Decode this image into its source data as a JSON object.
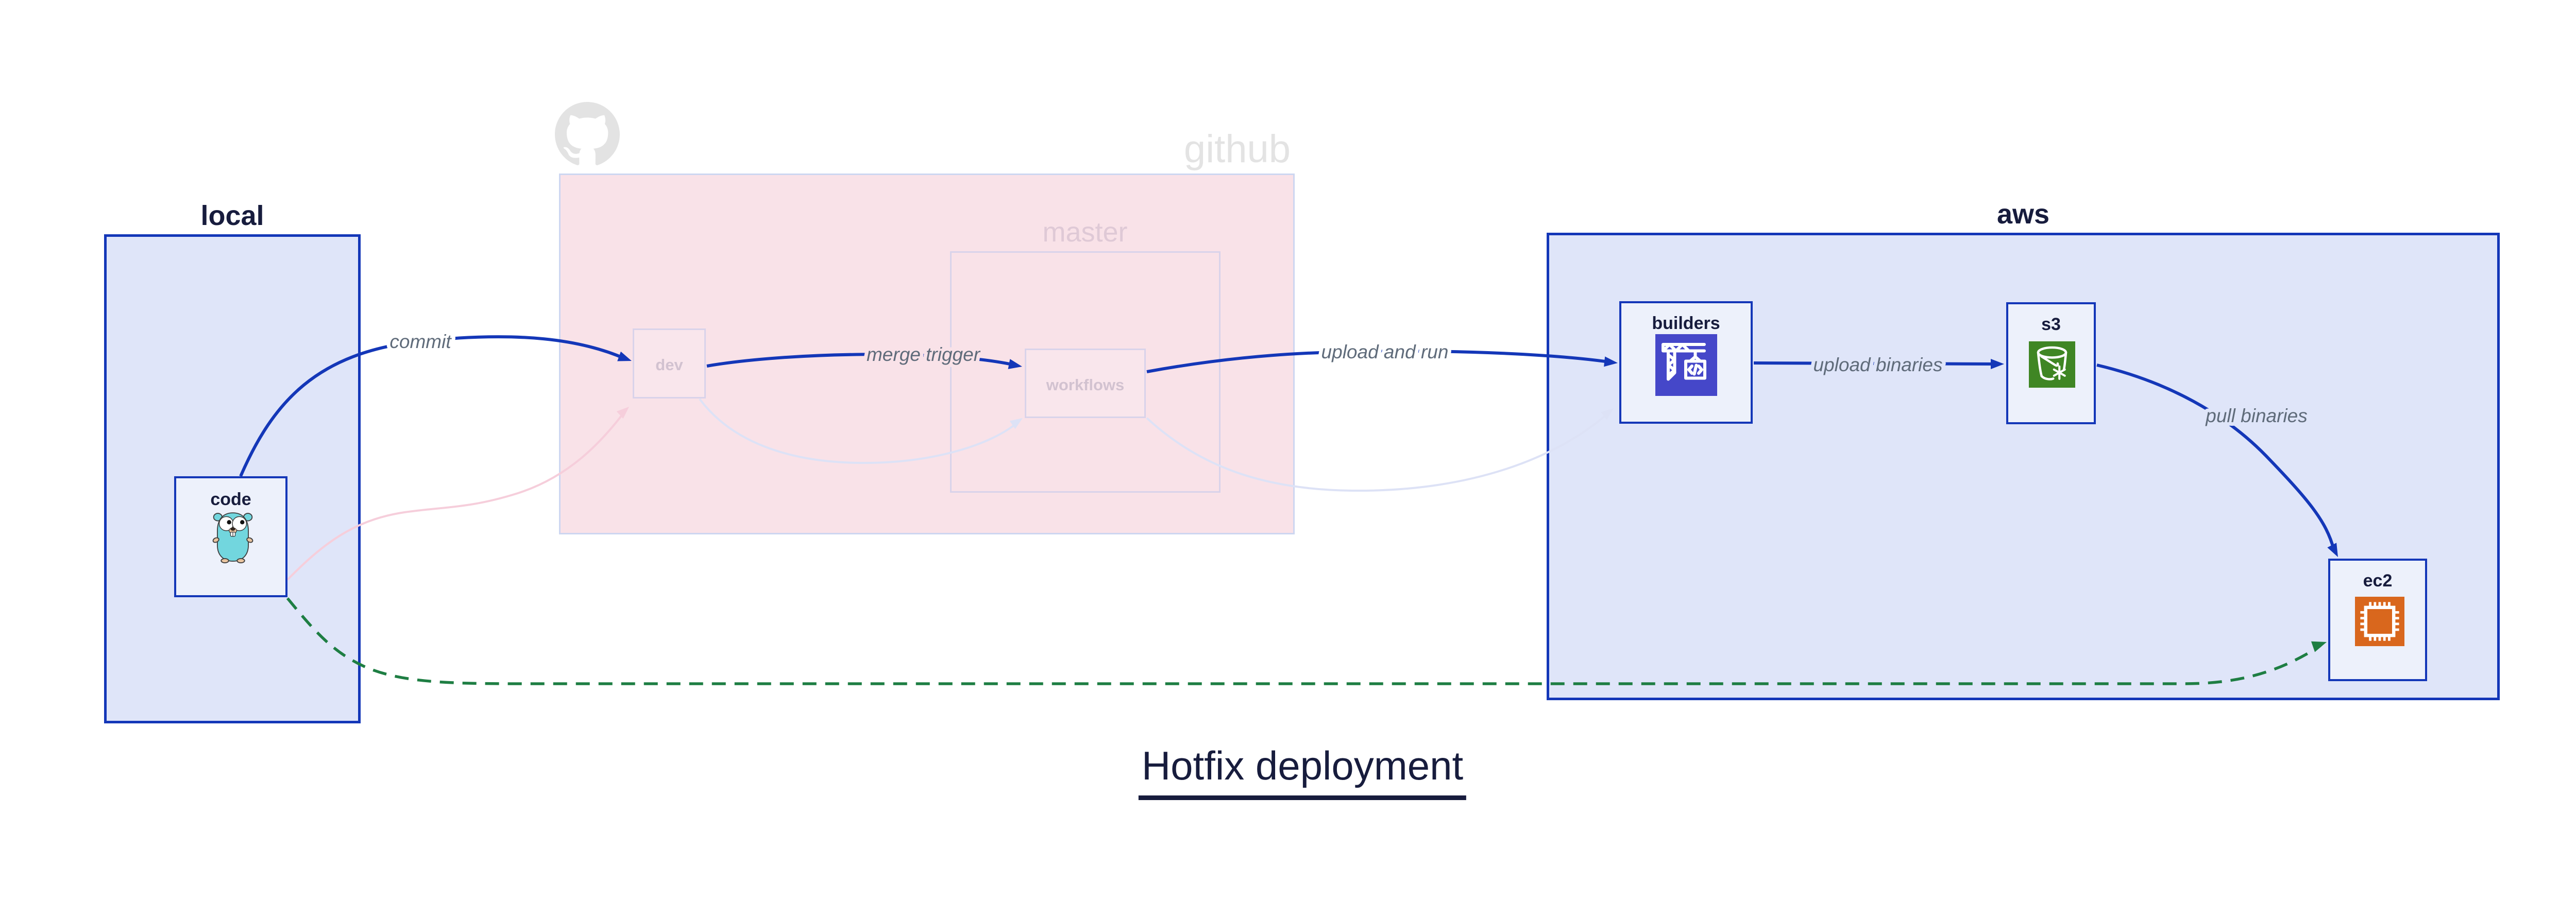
{
  "title": "Hotfix deployment",
  "containers": {
    "local": {
      "label": "local"
    },
    "github": {
      "label": "github",
      "logo_icon": "github-octocat-icon"
    },
    "master": {
      "label": "master"
    },
    "aws": {
      "label": "aws"
    }
  },
  "nodes": {
    "code": {
      "label": "code",
      "icon": "go-gopher-icon"
    },
    "dev": {
      "label": "dev",
      "state": "ghosted"
    },
    "workflows": {
      "label": "workflows",
      "state": "ghosted"
    },
    "builders": {
      "label": "builders",
      "icon": "aws-codebuild-crane-icon"
    },
    "s3": {
      "label": "s3",
      "icon": "aws-s3-glacier-bucket-icon"
    },
    "ec2": {
      "label": "ec2",
      "icon": "aws-ec2-chip-icon"
    }
  },
  "edges": {
    "commit": {
      "label": "commit",
      "from": "code",
      "to": "dev",
      "style": "solid-blue"
    },
    "merge_trigger": {
      "label": "merge trigger",
      "from": "dev",
      "to": "workflows",
      "style": "solid-blue"
    },
    "upload_and_run": {
      "label": "upload and run",
      "from": "workflows",
      "to": "builders",
      "style": "solid-blue"
    },
    "upload_binaries": {
      "label": "upload binaries",
      "from": "builders",
      "to": "s3",
      "style": "solid-blue"
    },
    "pull_binaries": {
      "label": "pull binaries",
      "from": "s3",
      "to": "ec2",
      "style": "solid-blue"
    },
    "hotfix_path": {
      "label": "",
      "from": "code",
      "to": "ec2",
      "style": "dashed-green"
    },
    "ghost_code_dev": {
      "label": "",
      "from": "code",
      "to": "dev",
      "style": "ghost-pink"
    },
    "ghost_dev_workflows": {
      "label": "",
      "from": "dev",
      "to": "workflows",
      "style": "ghost-lavender"
    },
    "ghost_workflows_builders": {
      "label": "",
      "from": "workflows",
      "to": "builders",
      "style": "ghost-lavender"
    }
  },
  "colors": {
    "accentBlue": "#1437b8",
    "inkNavy": "#171c3d",
    "nodeFill": "#edf1fb",
    "lavenderFill": "#dfe5f9",
    "pinkFill": "#f9e2e8",
    "pinkBorder": "#cdd6f1",
    "ghostBorder": "#d9d3ea",
    "ghostNodeFill": "#f9e6ec",
    "ghostText": "#d2c2d0",
    "masterLabel": "#dfc9d6",
    "fadedGray": "#e3e3e3",
    "edgeLabelGray": "#5f6b7a",
    "greenDash": "#1e7e43",
    "ghostPinkEdge": "#f6cedb",
    "ghostLavEdge": "#dde2f6",
    "gopherTeal": "#72d6de",
    "gopherTan": "#e9c49f",
    "codebuildPurple": "#4547c9",
    "s3Green": "#3f8624",
    "ec2Orange": "#d9671d"
  }
}
